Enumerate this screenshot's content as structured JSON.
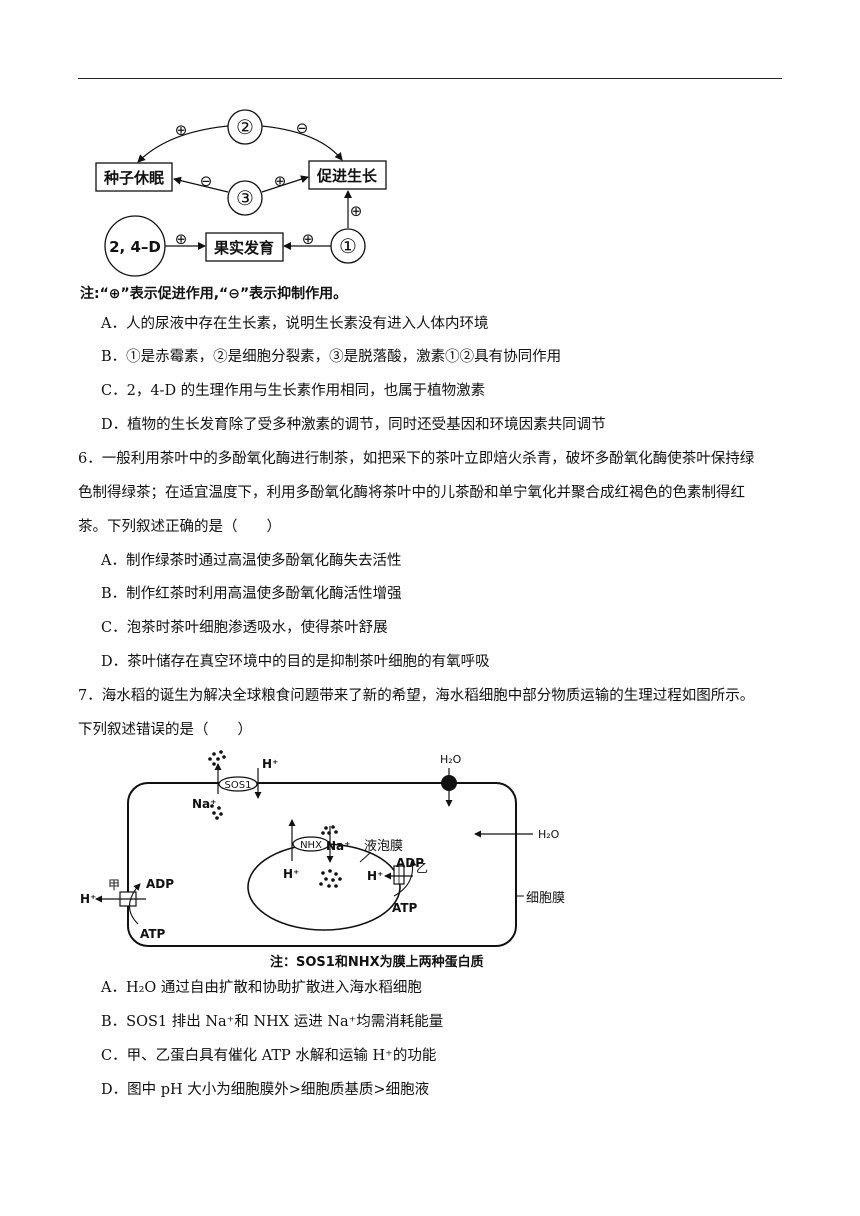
{
  "q5": {
    "diagram": {
      "hormone2": "②",
      "hormone3": "③",
      "hormone1": "①",
      "box_dormancy": "种子休眠",
      "box_growth": "促进生长",
      "box_fruit": "果实发育",
      "compound": "2, 4–D",
      "plus": "⊕",
      "minus": "⊖"
    },
    "note": "注:“⊕”表示促进作用,“⊖”表示抑制作用。",
    "options": [
      "A．人的尿液中存在生长素，说明生长素没有进入人体内环境",
      "B．①是赤霉素，②是细胞分裂素，③是脱落酸，激素①②具有协同作用",
      "C．2，4-D 的生理作用与生长素作用相同，也属于植物激素",
      "D．植物的生长发育除了受多种激素的调节，同时还受基因和环境因素共同调节"
    ]
  },
  "q6": {
    "stem_lines": [
      "6．一般利用茶叶中的多酚氧化酶进行制茶，如把采下的茶叶立即焙火杀青，破坏多酚氧化酶使茶叶保持绿",
      "色制得绿茶；在适宜温度下，利用多酚氧化酶将茶叶中的儿茶酚和单宁氧化并聚合成红褐色的色素制得红",
      "茶。下列叙述正确的是（　　）"
    ],
    "options": [
      "A．制作绿茶时通过高温使多酚氧化酶失去活性",
      "B．制作红茶时利用高温使多酚氧化酶活性增强",
      "C．泡茶时茶叶细胞渗透吸水，使得茶叶舒展",
      "D．茶叶储存在真空环境中的目的是抑制茶叶细胞的有氧呼吸"
    ]
  },
  "q7": {
    "stem_lines": [
      "7．海水稻的诞生为解决全球粮食问题带来了新的希望，海水稻细胞中部分物质运输的生理过程如图所示。",
      "下列叙述错误的是（　　）"
    ],
    "diagram": {
      "sos1": "SOS1",
      "nhx": "NHX",
      "h_plus": "H⁺",
      "na_plus": "Na⁺",
      "h2o": "H₂O",
      "adp": "ADP",
      "atp": "ATP",
      "jia": "甲",
      "yi": "乙",
      "vacuole_membrane": "液泡膜",
      "cell_membrane": "细胞膜",
      "note": "注：SOS1和NHX为膜上两种蛋白质"
    },
    "options": [
      "A．H₂O 通过自由扩散和协助扩散进入海水稻细胞",
      "B．SOS1 排出 Na⁺和 NHX 运进 Na⁺均需消耗能量",
      "C．甲、乙蛋白具有催化 ATP 水解和运输 H⁺的功能",
      "D．图中 pH 大小为细胞膜外>细胞质基质>细胞液"
    ]
  }
}
